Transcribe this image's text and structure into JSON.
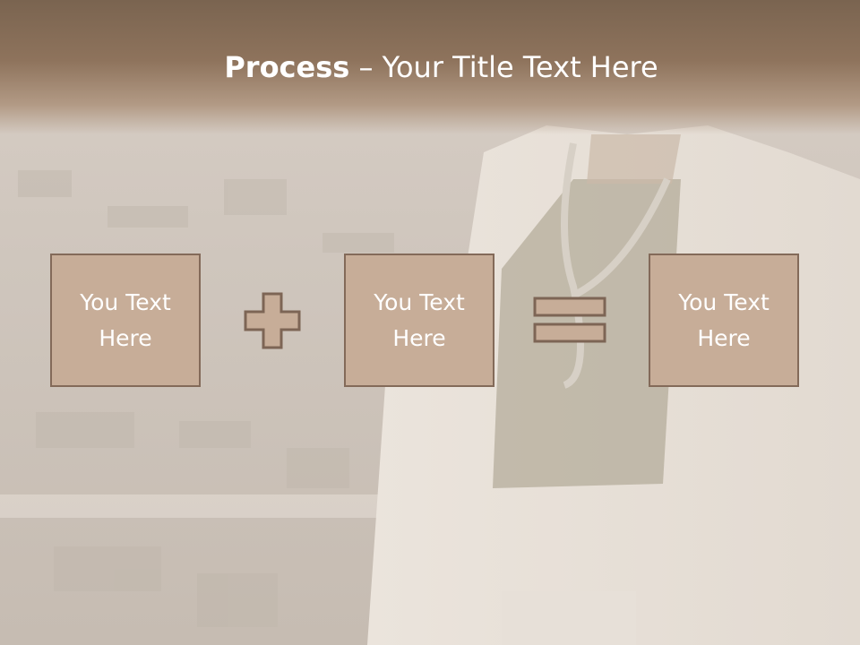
{
  "slide": {
    "title_bold": "Process",
    "title_rest": " – Your Title Text Here"
  },
  "boxes": [
    {
      "label": "You Text Here"
    },
    {
      "label": "You Text Here"
    },
    {
      "label": "You Text Here"
    }
  ],
  "operators": {
    "first": "plus-icon",
    "second": "equals-icon"
  },
  "colors": {
    "title_band": "#8e735c",
    "box_fill": "#c7ad98",
    "box_border": "#836a59",
    "operator_fill": "#c7ad98",
    "operator_stroke": "#7d6555",
    "text": "#ffffff"
  }
}
